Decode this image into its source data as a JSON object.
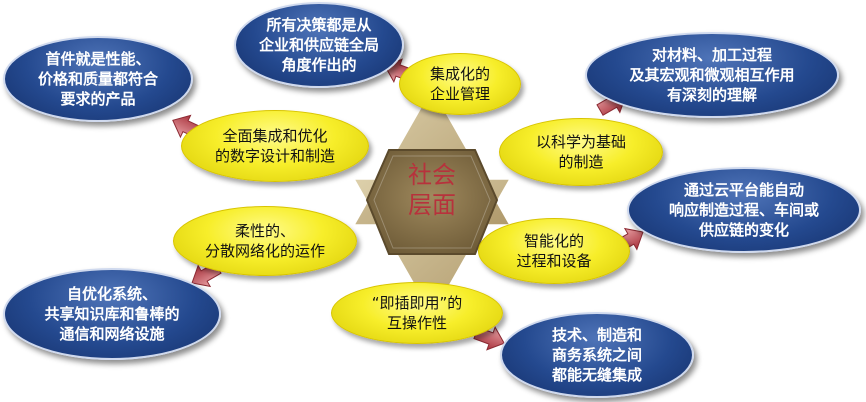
{
  "center": {
    "label": "社会\n层面"
  },
  "yellow_nodes": {
    "enterprise_management": "集成化的\n企业管理",
    "science_manufacturing": "以科学为基础\n的制造",
    "intelligent_process": "智能化的\n过程和设备",
    "plug_and_play": "“即插即用”的\n互操作性",
    "flexible_operation": "柔性的、\n分散网络化的运作",
    "digital_design": "全面集成和优化\n的数字设计和制造"
  },
  "blue_nodes": {
    "enterprise_decisions": "所有决策都是从\n企业和供应链全局\n角度作出的",
    "materials_understanding": "对材料、加工过程\n及其宏观和微观相互作用\n有深刻的理解",
    "cloud_response": "通过云平台能自动\n响应制造过程、车间或\n供应链的变化",
    "seamless_integration": "技术、制造和\n商务系统之间\n都能无缝集成",
    "self_optimizing": "自优化系统、\n共享知识库和鲁棒的\n通信和网络设施",
    "product_requirements": "首件就是性能、\n价格和质量都符合\n要求的产品"
  },
  "colors": {
    "yellow_fill": "#f7ee2a",
    "blue_fill": "#24498f",
    "star_fill": "#cdb98e",
    "hexagon_fill": "#8e7850",
    "center_text": "#b7323c",
    "arrow_fill": "#c0505a"
  }
}
